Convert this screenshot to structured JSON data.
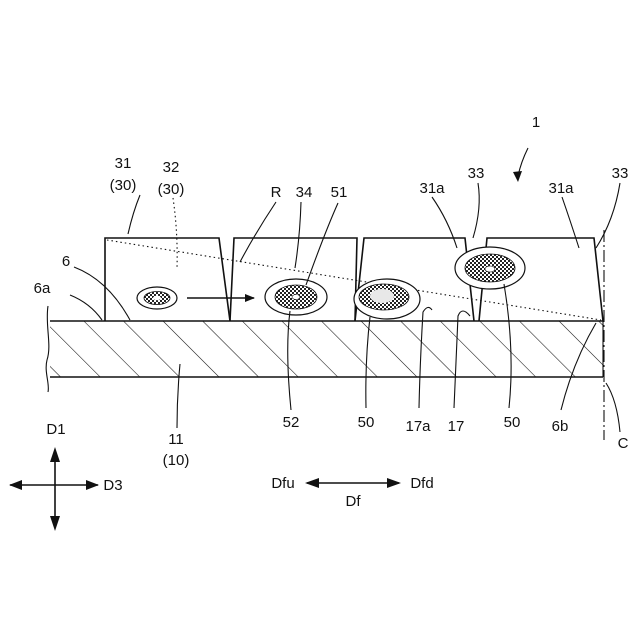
{
  "labels": {
    "assembly": "1",
    "block_31": "31",
    "block_31_paren": "(30)",
    "block_32": "32",
    "block_32_paren": "(30)",
    "rotation": "R",
    "line_34": "34",
    "ball_51": "51",
    "face_31a_left": "31a",
    "face_31a_right": "31a",
    "ball_33_mid": "33",
    "ball_33_right": "33",
    "surface_6": "6",
    "edge_6a": "6a",
    "edge_6b": "6b",
    "base_11": "11",
    "base_11_paren": "(10)",
    "ball_52": "52",
    "ball_50_left": "50",
    "ball_50_right": "50",
    "groove_17a": "17a",
    "groove_17": "17",
    "axis_c": "C",
    "dir_d1": "D1",
    "dir_d3": "D3",
    "dir_dfu": "Dfu",
    "dir_dfd": "Dfd",
    "dir_df": "Df"
  },
  "colors": {
    "line": "#111111",
    "background": "#ffffff"
  }
}
